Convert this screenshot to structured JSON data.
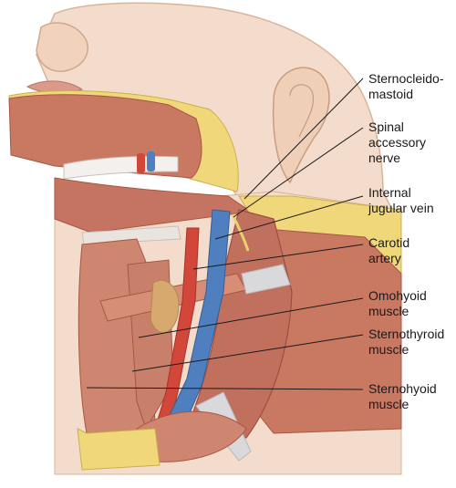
{
  "labels": [
    {
      "id": "sternocleidomastoid",
      "lines": [
        "Sternocleido-",
        "mastoid"
      ]
    },
    {
      "id": "spinal-accessory",
      "lines": [
        "Spinal",
        "accessory",
        "nerve"
      ]
    },
    {
      "id": "internal-jugular",
      "lines": [
        "Internal",
        "jugular vein"
      ]
    },
    {
      "id": "carotid",
      "lines": [
        "Carotid",
        "artery"
      ]
    },
    {
      "id": "omohyoid",
      "lines": [
        "Omohyoid",
        "muscle"
      ]
    },
    {
      "id": "sternothyroid",
      "lines": [
        "Sternothyroid",
        "muscle"
      ]
    },
    {
      "id": "sternohyoid",
      "lines": [
        "Sternohyoid",
        "muscle"
      ]
    }
  ],
  "colors": {
    "skin": "#f3dccb",
    "skin_shadow": "#e2bfa5",
    "muscle": "#c97862",
    "muscle_dark": "#a85644",
    "muscle_light": "#e1a08a",
    "fat": "#efd77a",
    "artery": "#d2473a",
    "vein": "#4f7fbf",
    "nerve": "#e8d36a",
    "fascia": "#d9d9dc"
  }
}
